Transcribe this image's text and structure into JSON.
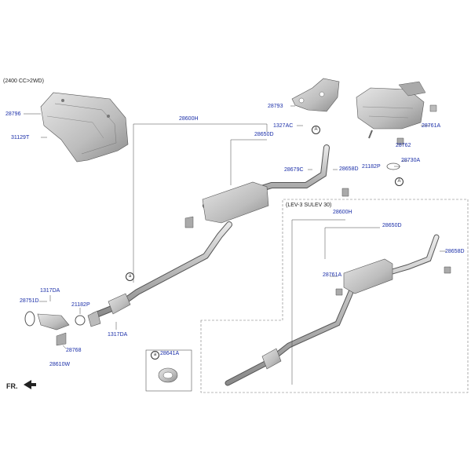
{
  "variants": {
    "main": "(2400 CC>2WD)",
    "inset": "(LEV-3 SULEV 30)"
  },
  "parts": {
    "p28796": "28796",
    "p31129T": "31129T",
    "p28600H": "28600H",
    "p28650D": "28650D",
    "p28793": "28793",
    "p1327AC": "1327AC",
    "p28679C": "28679C",
    "p28658D": "28658D",
    "p21182P_top": "21182P",
    "p28761A_top": "28761A",
    "p28762": "28762",
    "p28730A": "28730A",
    "p1317DA_left": "1317DA",
    "p28751D": "28751D",
    "p21182P_left": "21182P",
    "p28768": "28768",
    "p28610W": "28610W",
    "p1317DA_mid": "1317DA",
    "p28641A": "28641A",
    "inset_28600H": "28600H",
    "inset_28650D": "28650D",
    "inset_28658D": "28658D",
    "inset_28761A": "28761A"
  },
  "refs": {
    "a": "a",
    "A": "A"
  },
  "direction": "FR.",
  "colors": {
    "label": "#1a2ea8",
    "line": "#444444",
    "part_fill": "#c9c9c9",
    "part_dark": "#8e8e8e"
  }
}
